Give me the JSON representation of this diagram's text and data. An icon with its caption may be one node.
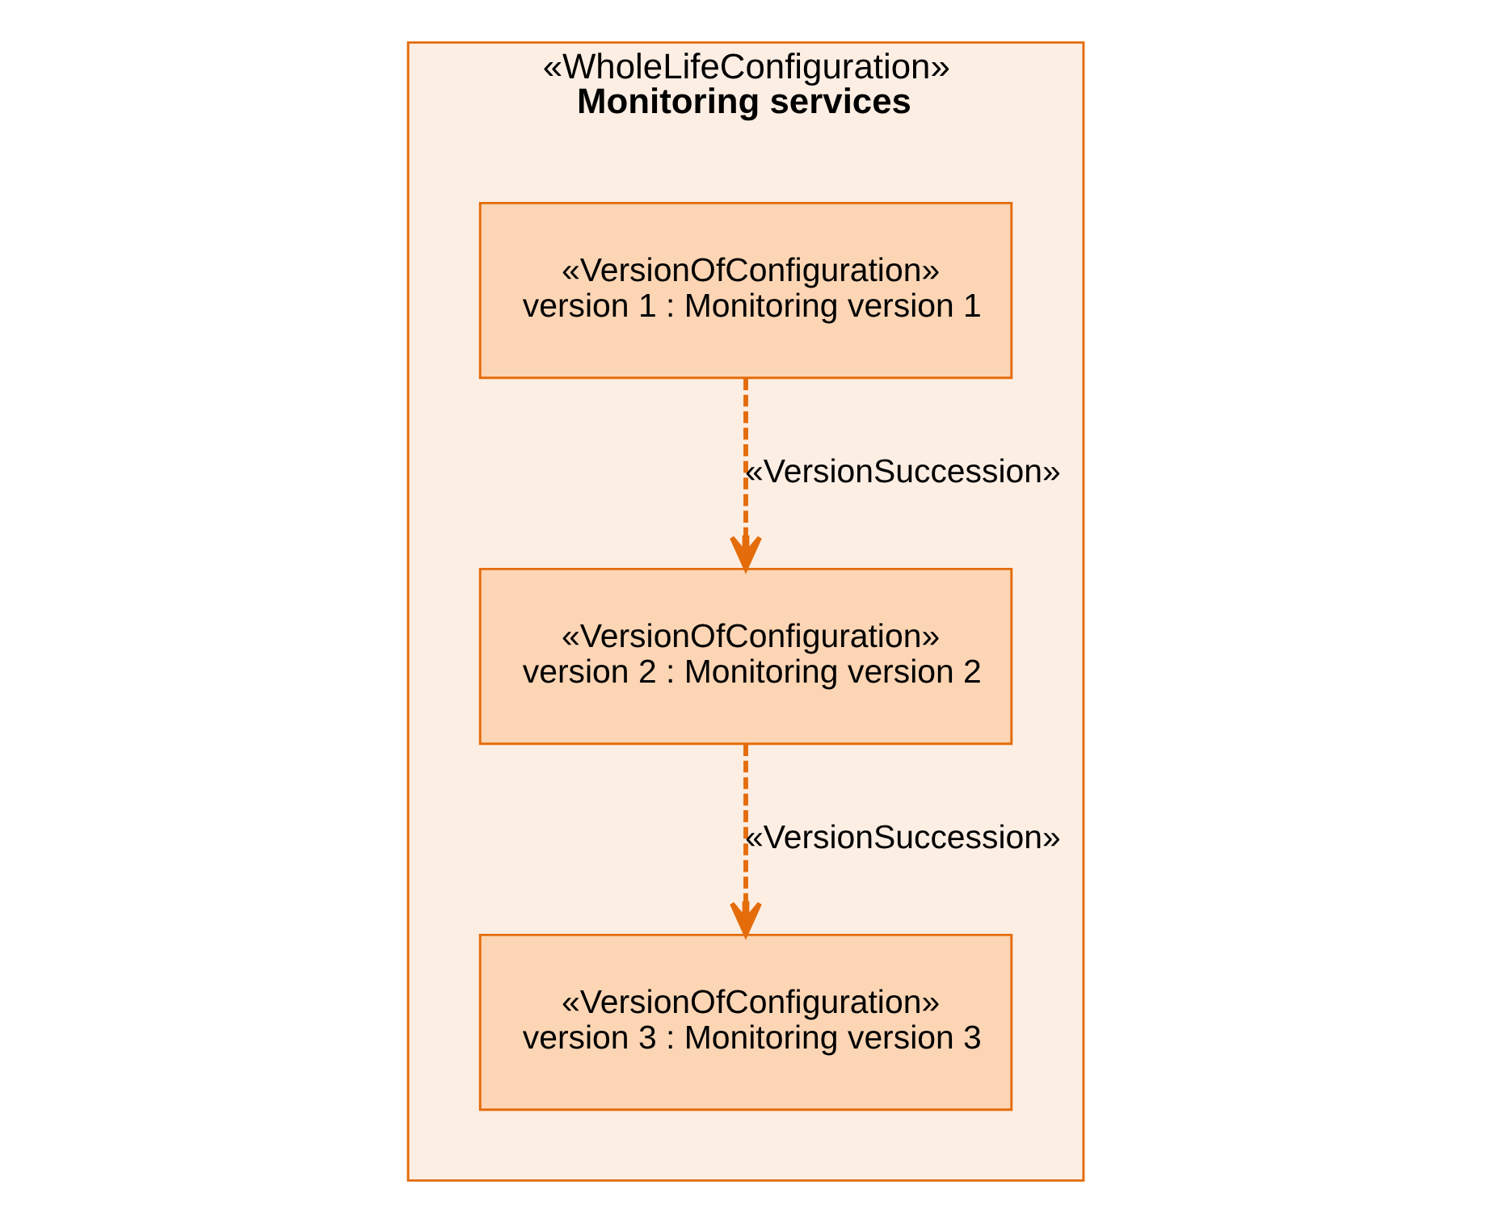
{
  "diagram": {
    "nodes": [
      {
        "text": [
          "«WholeLifeConfiguration»",
          "Monitoring services"
        ]
      },
      {
        "text": [
          "«VersionOfConfiguration»",
          "version 1 : Monitoring version 1"
        ],
        "in": 0
      },
      {
        "text": [
          "«VersionOfConfiguration»",
          "version 2 : Monitoring version 2"
        ],
        "in": 0
      },
      {
        "text": [
          "«VersionOfConfiguration»",
          "version 3 : Monitoring version 3"
        ],
        "in": 0
      }
    ],
    "edges": [
      {
        "from": 1,
        "to": 2,
        "arrow": "to",
        "label": "«VersionSuccession»",
        "style": "dashed"
      },
      {
        "from": 2,
        "to": 3,
        "arrow": "to",
        "label": "«VersionSuccession»",
        "style": "dashed"
      }
    ]
  }
}
